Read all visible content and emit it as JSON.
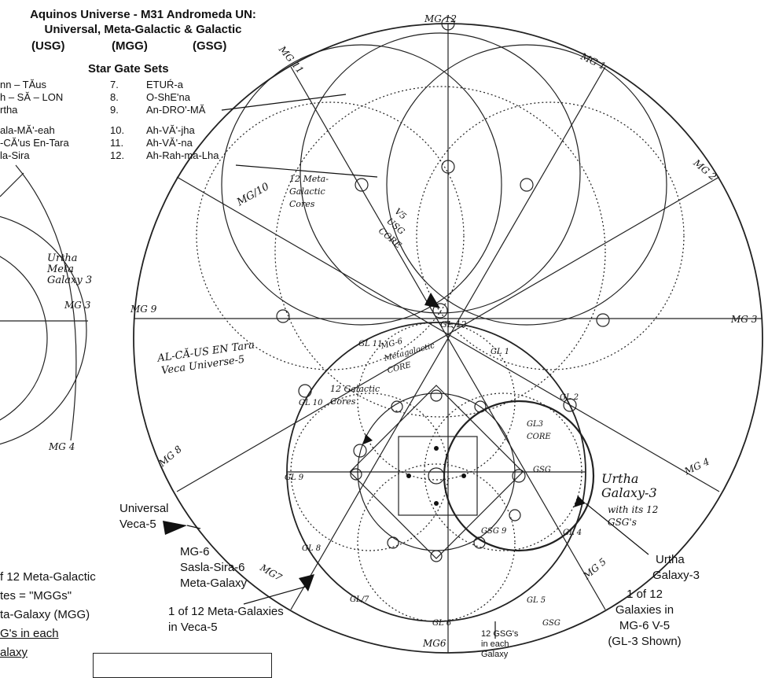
{
  "title": {
    "line1": "Aquinos Universe - M31 Andromeda UN:",
    "line2": "Universal, Meta-Galactic & Galactic",
    "abbr_usg": "(USG)",
    "abbr_mgg": "(MGG)",
    "abbr_gsg": "(GSG)"
  },
  "star_gate_sets": {
    "heading": "Star Gate Sets",
    "items": [
      {
        "num": "7.",
        "name": "ETUŔ-a"
      },
      {
        "num": "8.",
        "name": "O-ShE'na"
      },
      {
        "num": "9.",
        "name": "An-DRO'-MĂ"
      },
      {
        "num": "10.",
        "name": "Ah-VĂ'-jha"
      },
      {
        "num": "11.",
        "name": "Ah-VĂ'-na"
      },
      {
        "num": "12.",
        "name": "Ah-Rah-ma-Lha"
      }
    ]
  },
  "left_cut_list": [
    "nn – TĂus",
    "h – SĂ – LON",
    "rtha",
    "ala-MĂ'-eah",
    "-CĂ'us   En-Tara",
    "la-Sira"
  ],
  "left_bottom_text": {
    "line1": "f 12 Meta-Galactic",
    "line2": "tes = \"MGGs\"",
    "line3": "ta-Galaxy (MGG)",
    "line4": "G's in each",
    "line5": "alaxy"
  },
  "annotations": {
    "universal_veca": [
      "Universal",
      "Veca-5"
    ],
    "mg6_sasla": [
      "MG-6",
      "Sasla-Sira-6",
      "Meta-Galaxy"
    ],
    "one_of_12_meta": [
      "1 of 12 Meta-Galaxies",
      "in Veca-5"
    ],
    "urtha_galaxy3": [
      "Urtha",
      "Galaxy-3"
    ],
    "one_of_12_galaxies": [
      "1 of 12",
      "Galaxies in",
      "MG-6  V-5",
      "(GL-3 Shown)"
    ],
    "gsg_each_galaxy": [
      "12",
      "GSG's",
      "in each",
      "Galaxy"
    ]
  },
  "handwritten": {
    "mg12": "MG 12",
    "mg1": "MG 1",
    "mg11": "MG 11",
    "mg2": "MG 2",
    "mg3": "MG 3",
    "mg4": "MG 4",
    "mg5": "MG 5",
    "mg6": "MG6",
    "mg7": "MG7",
    "mg8": "MG 8",
    "mg9": "MG 9",
    "mg10": "MG/10",
    "meta_cores": "12 Meta-Galactic Cores",
    "v5_core": "V5 USG CORE",
    "gl12": "GL 12",
    "mg6_core": "MG-6 Metagalactic CORE",
    "al_ca_us": "AL-CĂ-US EN Tara",
    "veca_universe": "Veca Universe-5",
    "galactic_cores": "12 Galactic Cores",
    "gl3_core": "GL3 CORE",
    "urtha_galaxy_hand": "Urtha Galaxy-3",
    "with_its": "with its 12 GSG's",
    "urtha_meta": "Urtha Meta Galaxy 3",
    "left_mg3": "MG 3",
    "left_mg4": "MG 4",
    "gl_labels": [
      "GL 1",
      "GL 2",
      "GL 4",
      "GL 5",
      "GL 6",
      "GL/7",
      "GL 8",
      "GL 9",
      "GL 10",
      "GL 11"
    ],
    "gsg_marks": [
      "GSG",
      "GSG 9",
      "GSG"
    ]
  }
}
